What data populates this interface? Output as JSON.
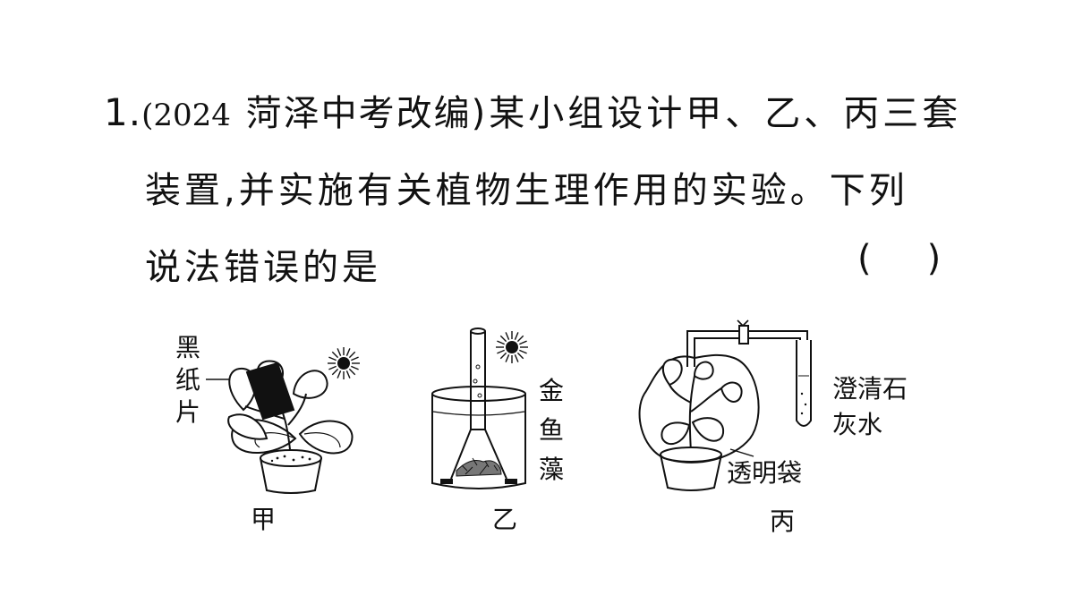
{
  "question": {
    "number": "1.",
    "source_year": "2024",
    "source_text": "菏泽中考改编",
    "line1_text": "某小组设计甲、乙、丙三套",
    "line2_text": "装置,并实施有关植物生理作用的实验。下列",
    "line3_text": "说法错误的是",
    "paren_left": "(",
    "paren_right": ")"
  },
  "figure": {
    "jia": {
      "caption": "甲",
      "label_chars": [
        "黑",
        "纸",
        "片"
      ]
    },
    "yi": {
      "caption": "乙",
      "label_chars": [
        "金",
        "鱼",
        "藻"
      ]
    },
    "bing": {
      "caption": "丙",
      "label_line1": "澄清石",
      "label_line2": "灰水",
      "bag_label": "透明袋"
    }
  }
}
